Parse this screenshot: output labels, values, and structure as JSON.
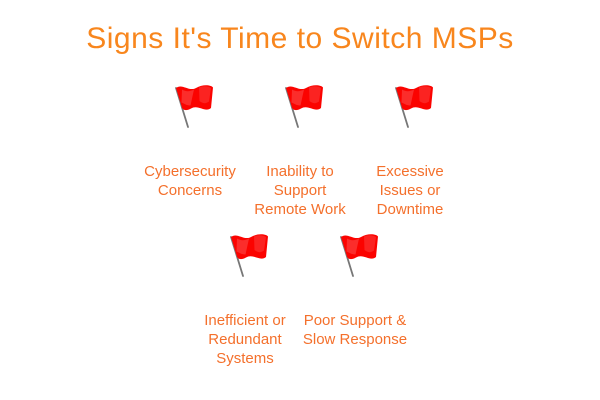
{
  "title": "Signs It's Time to Switch MSPs",
  "colors": {
    "background": "#FFFFFF",
    "title_orange": "#F8861D",
    "label_orange": "#F4702C",
    "flag_red": "#FB0300",
    "pole_gray": "#777777"
  },
  "items": [
    {
      "name": "cybersecurity-concerns",
      "icon": "red-flag-icon",
      "line1": "Cybersecurity",
      "line2": "Concerns",
      "line3": ""
    },
    {
      "name": "inability-to-support-remote-work",
      "icon": "red-flag-icon",
      "line1": "Inability to",
      "line2": "Support",
      "line3": "Remote Work"
    },
    {
      "name": "excessive-issues-or-downtime",
      "icon": "red-flag-icon",
      "line1": "Excessive",
      "line2": "Issues or",
      "line3": "Downtime"
    },
    {
      "name": "inefficient-or-redundant-systems",
      "icon": "red-flag-icon",
      "line1": "Inefficient or",
      "line2": "Redundant",
      "line3": "Systems"
    },
    {
      "name": "poor-support-slow-response",
      "icon": "red-flag-icon",
      "line1": "Poor Support &",
      "line2": "Slow Response",
      "line3": ""
    }
  ]
}
